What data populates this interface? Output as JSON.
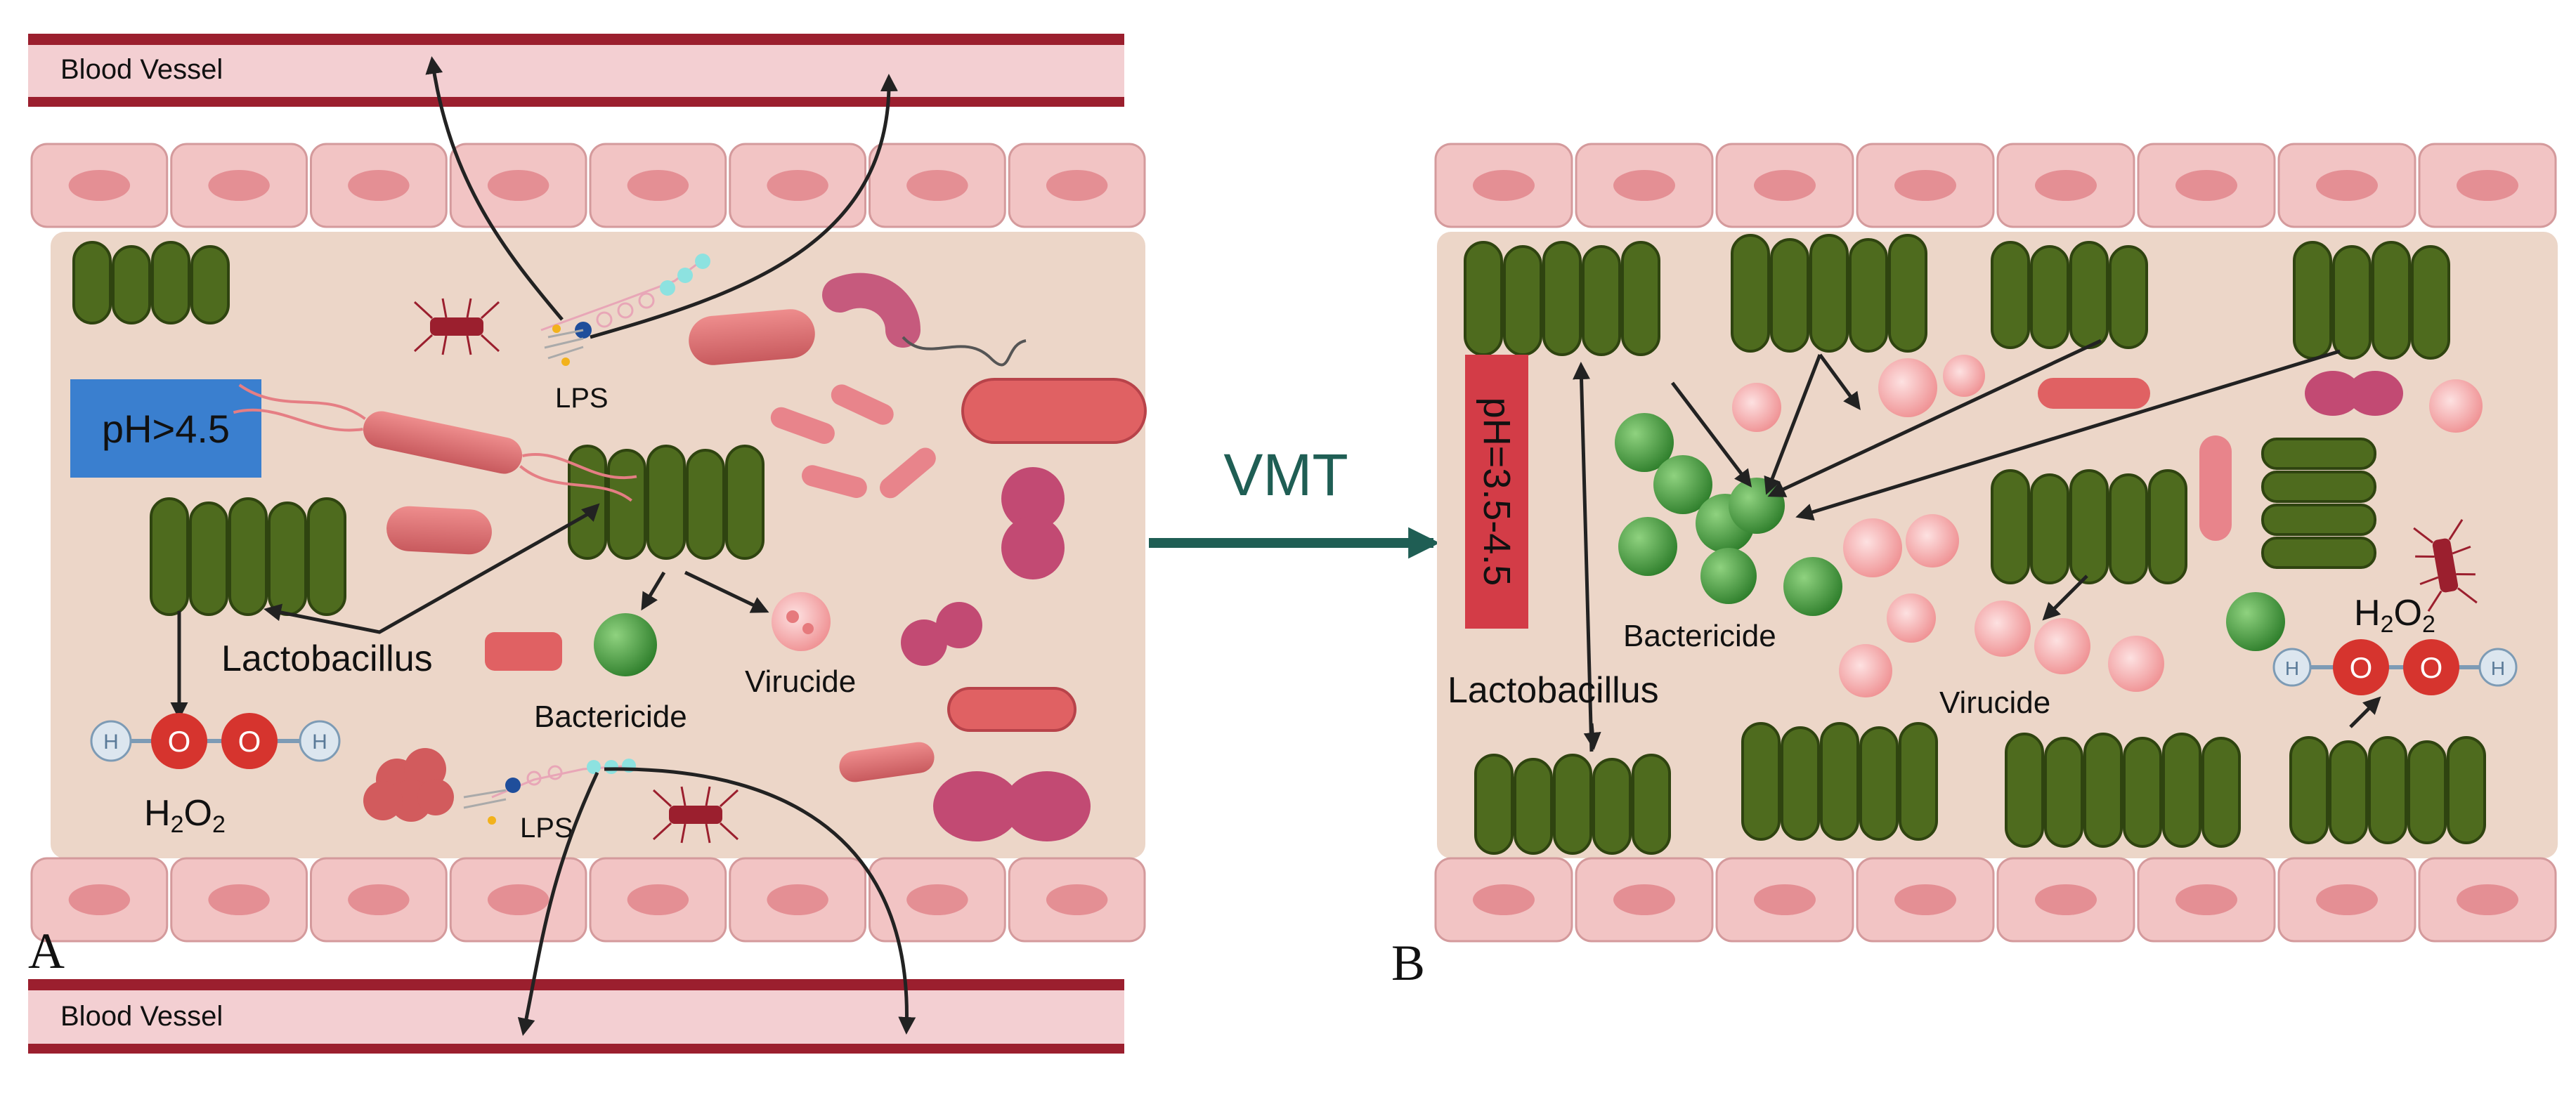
{
  "panel_a": {
    "panel_label": "A",
    "vessel_top_label": "Blood Vessel",
    "vessel_bottom_label": "Blood Vessel",
    "ph_label": "pH>4.5",
    "lps_top_label": "LPS",
    "lps_bottom_label": "LPS",
    "lactobacillus_label": "Lactobacillus",
    "bactericide_label": "Bactericide",
    "virucide_label": "Virucide",
    "h2o2": {
      "h": "H",
      "sub1": "2",
      "o": "O",
      "sub2": "2",
      "atom_h": "H",
      "atom_o": "O"
    }
  },
  "arrow_label": "VMT",
  "panel_b": {
    "panel_label": "B",
    "ph_label": "pH=3.5-4.5",
    "lactobacillus_label": "Lactobacillus",
    "bactericide_label": "Bactericide",
    "virucide_label": "Virucide",
    "h2o2": {
      "h": "H",
      "sub1": "2",
      "o": "O",
      "sub2": "2",
      "atom_h": "H",
      "atom_o": "O"
    }
  },
  "colors": {
    "vessel_wall": "#9b1f2e",
    "vessel_lumen": "#f3cfd2",
    "epithelial_cell": "#f2c4c4",
    "epithelial_nucleus": "#e48f94",
    "tissue_bg": "#ecd6c8",
    "lactobacillus": "#4e6b1e",
    "ph_a_box": "#3a7fcf",
    "ph_b_box": "#d33c47",
    "bactericide": "#3e9a3a",
    "virucide": "#f29b9b",
    "vmt_arrow": "#1f5e54",
    "oxygen_atom": "#d6342e",
    "hydrogen_atom": "#dce6ef"
  }
}
